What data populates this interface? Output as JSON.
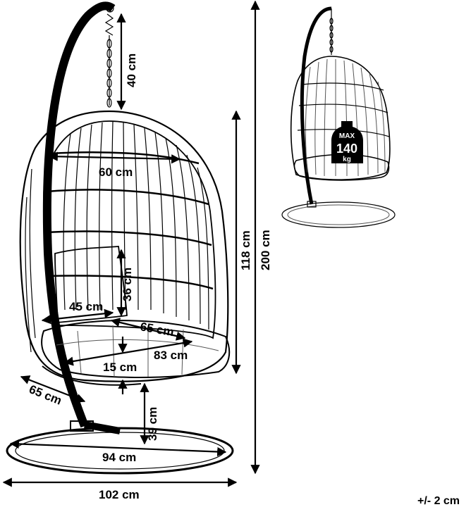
{
  "dimensions": {
    "chain_length": "40 cm",
    "basket_top_width": "60 cm",
    "basket_height": "118 cm",
    "total_height": "200 cm",
    "backrest_height": "36 cm",
    "seat_width": "45 cm",
    "seat_depth": "65 cm",
    "seat_width_wide": "83 cm",
    "cushion_thickness": "15 cm",
    "basket_depth": "65 cm",
    "seat_height": "39 cm",
    "base_inner": "94 cm",
    "base_outer": "102 cm"
  },
  "badge": {
    "line1": "MAX",
    "line2": "140",
    "line3": "kg"
  },
  "tolerance": "+/- 2 cm"
}
